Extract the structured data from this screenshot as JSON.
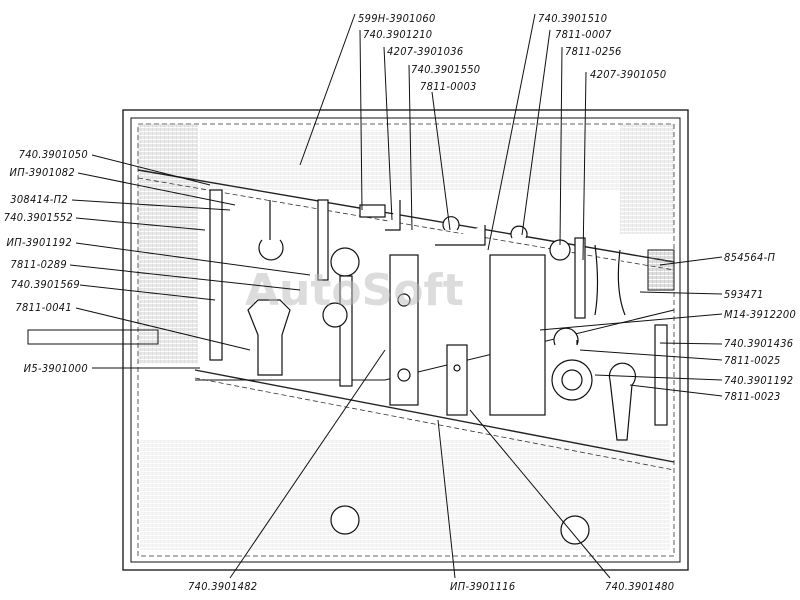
{
  "watermark": "AutoSoft",
  "labels": {
    "top": [
      "599Н-3901060",
      "740.3901210",
      "4207-3901036",
      "740.3901550",
      "7811-0003",
      "740.3901510",
      "7811-0007",
      "7811-0256",
      "4207-3901050"
    ],
    "left": [
      "740.3901050",
      "ИП-3901082",
      "308414-П2",
      "740.3901552",
      "ИП-3901192",
      "7811-0289",
      "740.3901569",
      "7811-0041",
      "И5-3901000"
    ],
    "right": [
      "854564-П",
      "593471",
      "М14-3912200",
      "740.3901436",
      "7811-0025",
      "740.3901192",
      "7811-0023"
    ],
    "bottom": [
      "740.3901482",
      "ИП-3901116",
      "740.3901480"
    ]
  }
}
